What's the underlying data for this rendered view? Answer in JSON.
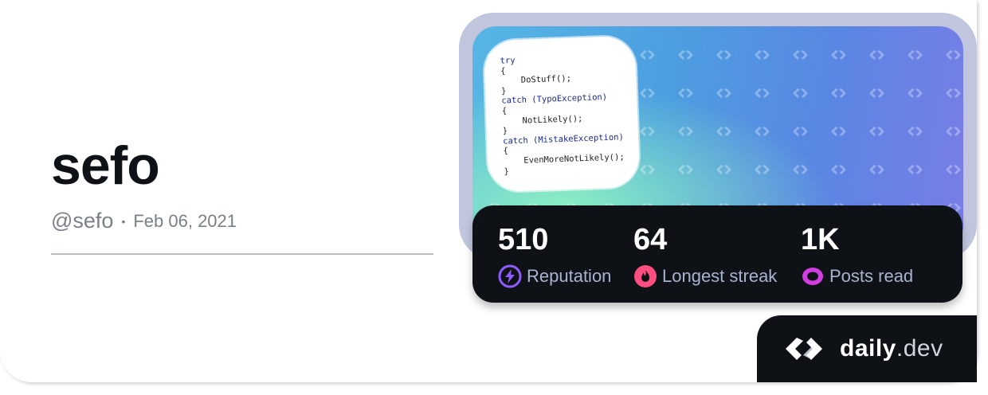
{
  "profile": {
    "name": "sefo",
    "handle": "@sefo",
    "separator": "•",
    "joined": "Feb 06, 2021"
  },
  "cover": {
    "code_lines": [
      {
        "text": "try",
        "style": "kw"
      },
      {
        "text": "{",
        "style": ""
      },
      {
        "text": "    DoStuff();",
        "style": ""
      },
      {
        "text": "}",
        "style": ""
      },
      {
        "text": "catch (TypoException)",
        "style": "kw"
      },
      {
        "text": "{",
        "style": ""
      },
      {
        "text": "    NotLikely();",
        "style": ""
      },
      {
        "text": "}",
        "style": ""
      },
      {
        "text": "catch (MistakeException)",
        "style": "kw"
      },
      {
        "text": "{",
        "style": ""
      },
      {
        "text": "    EvenMoreNotLikely();",
        "style": ""
      },
      {
        "text": "}",
        "style": ""
      }
    ]
  },
  "stats": [
    {
      "value": "510",
      "label": "Reputation",
      "icon": "lightning-icon",
      "color": "#8f5cff"
    },
    {
      "value": "64",
      "label": "Longest streak",
      "icon": "flame-icon",
      "color": "#ff4e7f"
    },
    {
      "value": "1K",
      "label": "Posts read",
      "icon": "eye-icon",
      "color": "#d13ee0"
    }
  ],
  "brand": {
    "name": "daily",
    "suffix": ".dev",
    "icon": "daily-dev-logo-icon"
  },
  "colors": {
    "dark": "#0e1217",
    "frame": "#c1c6de",
    "muted": "#7a8088",
    "label": "#a8b3cf"
  }
}
